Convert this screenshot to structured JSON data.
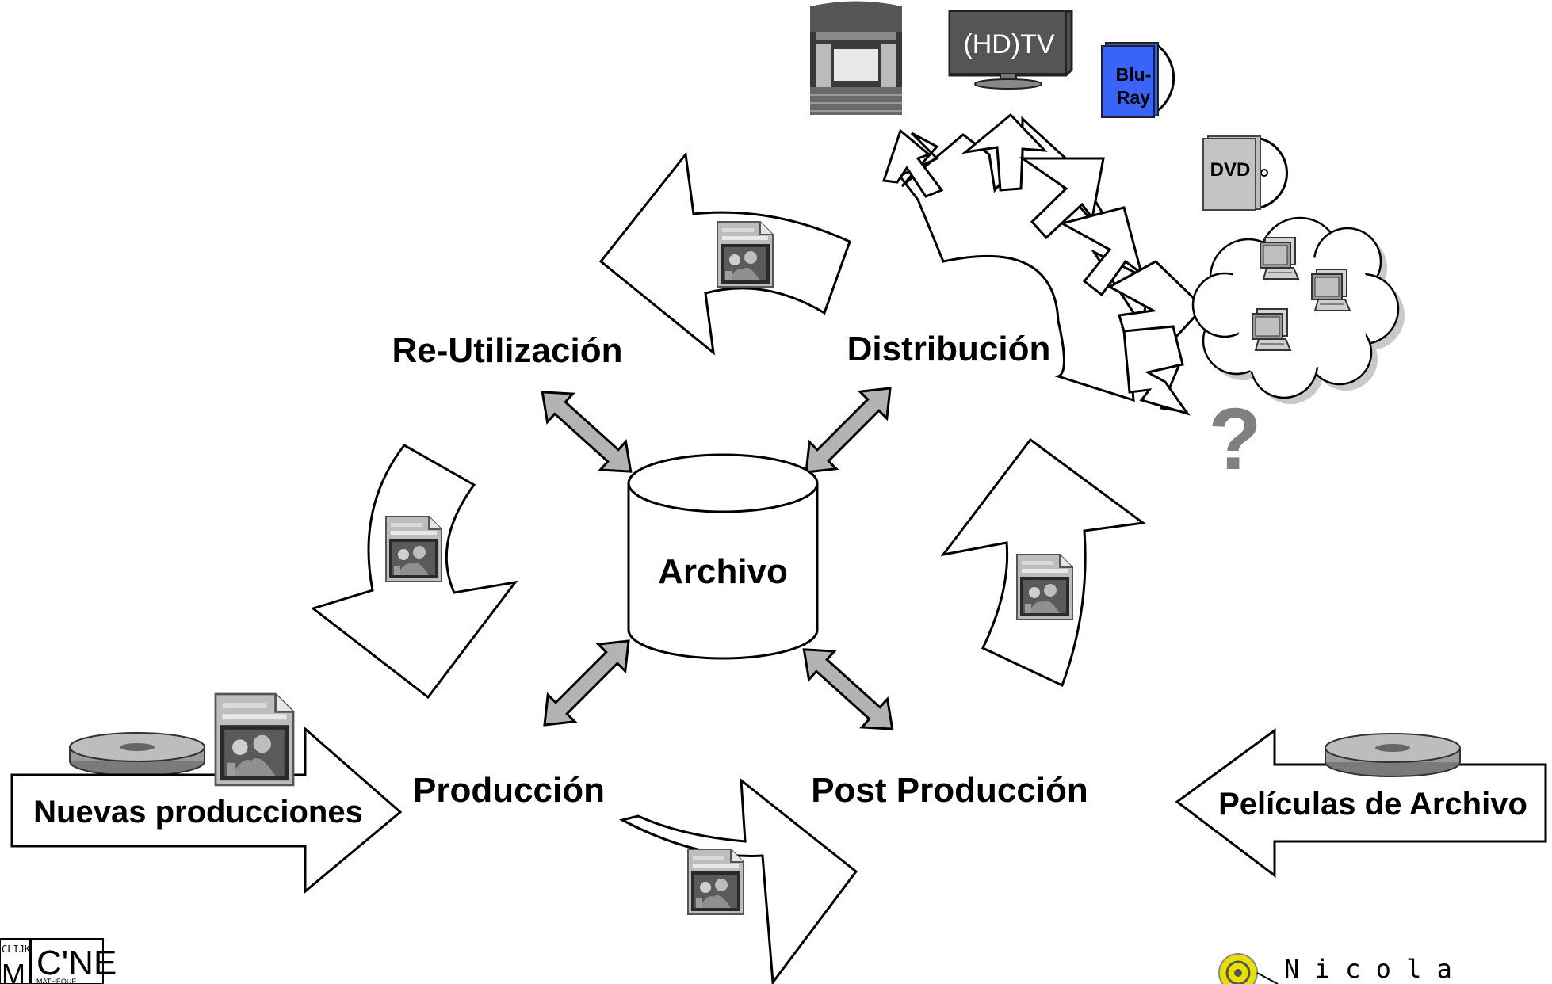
{
  "center": {
    "label": "Archivo"
  },
  "stages": {
    "reuse": "Re-Utilización",
    "distribution": "Distribución",
    "production": "Producción",
    "post_production": "Post Producción"
  },
  "inputs": {
    "new_productions": "Nuevas producciones",
    "archive_films": "Películas de Archivo"
  },
  "outputs": {
    "tv": "(HD)TV",
    "bluray_line1": "Blu-",
    "bluray_line2": "Ray",
    "dvd": "DVD",
    "unknown": "?"
  },
  "colors": {
    "bluray": "#2f5cf5",
    "dvd_box": "#bdbdbd",
    "gray_arrow": "#b3b3b3",
    "question": "#808080",
    "reel": "#9a9a9a"
  },
  "logos": {
    "left_small": "CLIJK",
    "left_main": "C'NE",
    "left_letter": "M",
    "left_sub": "MATHEQUE",
    "right": "N i c o l a"
  }
}
